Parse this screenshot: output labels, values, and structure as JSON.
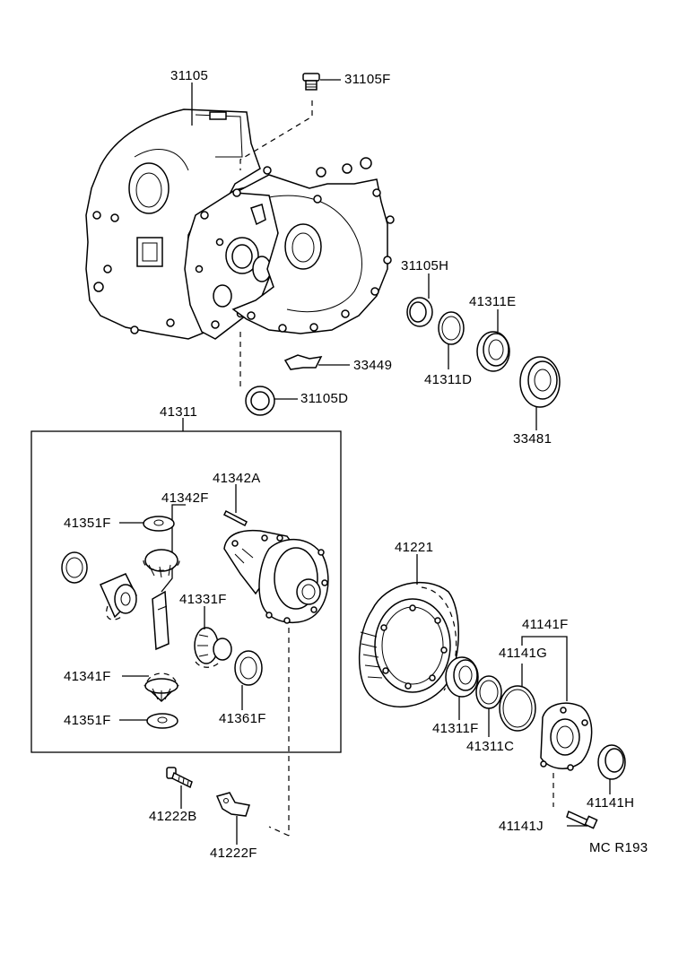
{
  "labels": {
    "p31105": "31105",
    "p31105F": "31105F",
    "p31105H": "31105H",
    "p41311E": "41311E",
    "p33449": "33449",
    "p41311D": "41311D",
    "p31105D": "31105D",
    "p33481": "33481",
    "p41311": "41311",
    "p41342A": "41342A",
    "p41342F": "41342F",
    "p41351F_top": "41351F",
    "p41331F": "41331F",
    "p41341F": "41341F",
    "p41361F": "41361F",
    "p41351F_bottom": "41351F",
    "p41221": "41221",
    "p41141F": "41141F",
    "p41141G": "41141G",
    "p41311F": "41311F",
    "p41311C": "41311C",
    "p41141H": "41141H",
    "p41141J": "41141J",
    "p41222B": "41222B",
    "p41222F": "41222F",
    "code": "MC R193"
  }
}
